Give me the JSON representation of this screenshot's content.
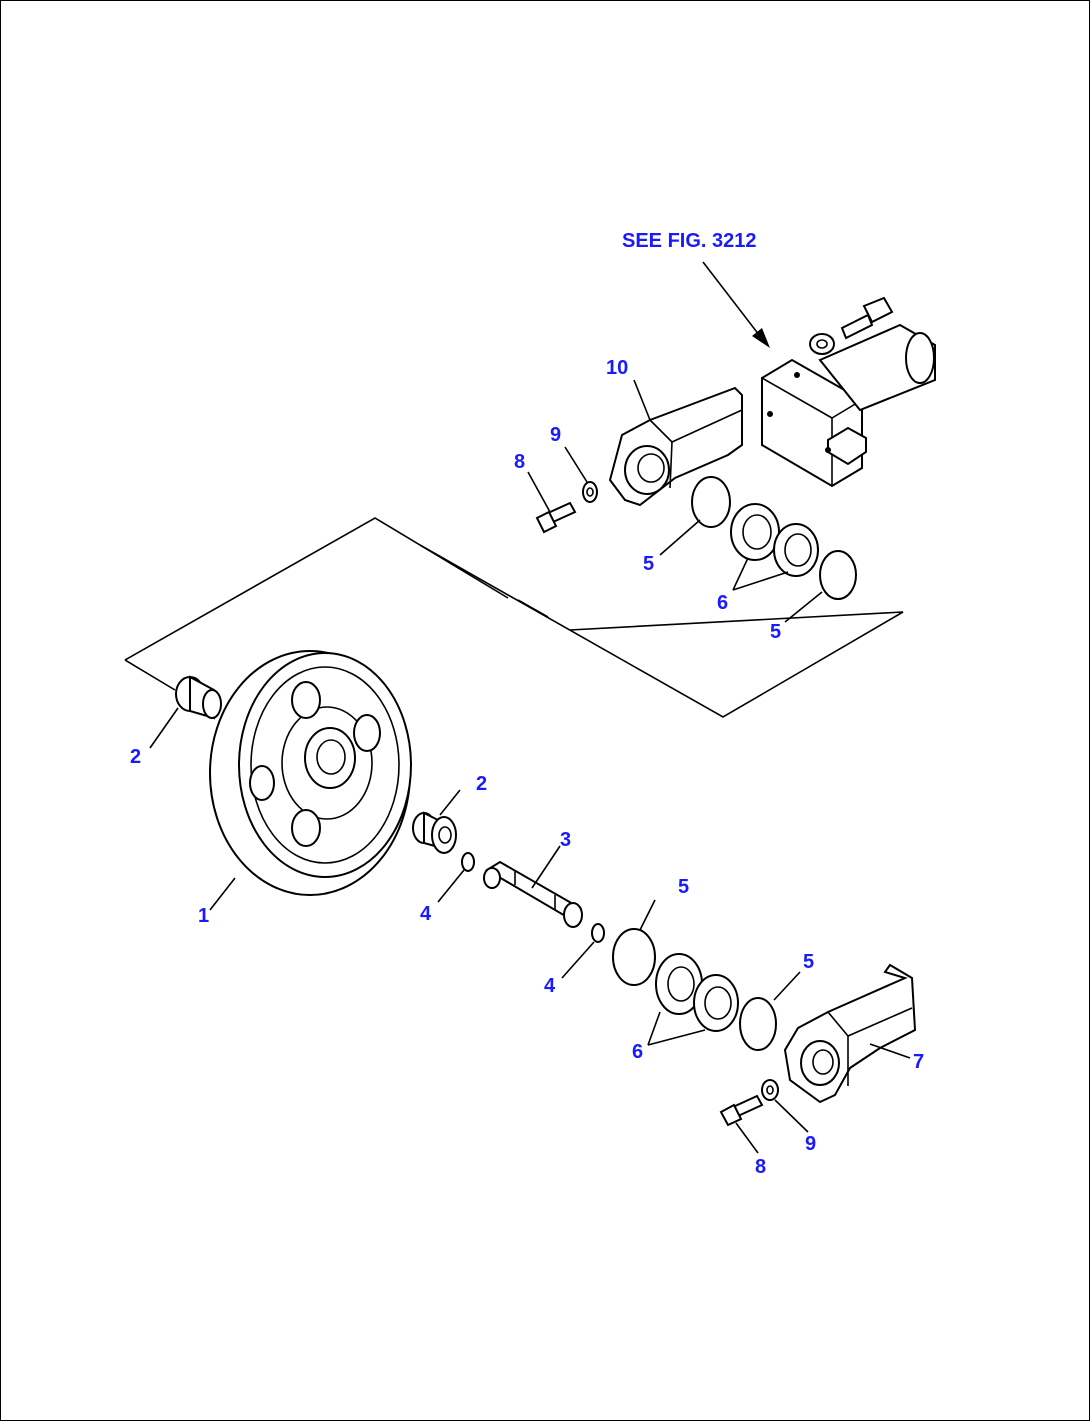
{
  "reference_note": "SEE FIG. 3212",
  "labels": {
    "p1": "1",
    "p2a": "2",
    "p2b": "2",
    "p3": "3",
    "p4a": "4",
    "p4b": "4",
    "p5a": "5",
    "p5b": "5",
    "p5c": "5",
    "p5d": "5",
    "p6a": "6",
    "p6b": "6",
    "p7": "7",
    "p8a": "8",
    "p8b": "8",
    "p9a": "9",
    "p9b": "9",
    "p10": "10"
  }
}
